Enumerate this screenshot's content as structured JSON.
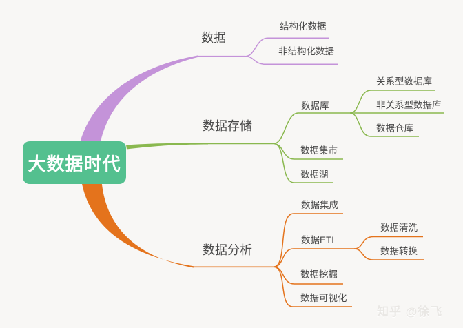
{
  "colors": {
    "background": "#f8f7f5",
    "root_background": "#54c08f",
    "root_text": "#ffffff",
    "branch_data": "#c493d9",
    "branch_storage": "#8ab84f",
    "branch_analysis": "#e4731c",
    "label_text": "#4a4a4a",
    "watermark_text": "#e9e7e4"
  },
  "root": {
    "label": "大数据时代"
  },
  "branches": [
    {
      "label": "数据",
      "color": "#c493d9",
      "children": [
        {
          "label": "结构化数据"
        },
        {
          "label": "非结构化数据"
        }
      ]
    },
    {
      "label": "数据存储",
      "color": "#8ab84f",
      "children": [
        {
          "label": "数据库",
          "children": [
            {
              "label": "关系型数据库"
            },
            {
              "label": "非关系型数据库"
            },
            {
              "label": "数据仓库"
            }
          ]
        },
        {
          "label": "数据集市"
        },
        {
          "label": "数据湖"
        }
      ]
    },
    {
      "label": "数据分析",
      "color": "#e4731c",
      "children": [
        {
          "label": "数据集成"
        },
        {
          "label": "数据ETL",
          "children": [
            {
              "label": "数据清洗"
            },
            {
              "label": "数据转换"
            }
          ]
        },
        {
          "label": "数据挖掘"
        },
        {
          "label": "数据可视化"
        }
      ]
    }
  ],
  "watermark": {
    "text": "知乎 @徐飞"
  }
}
